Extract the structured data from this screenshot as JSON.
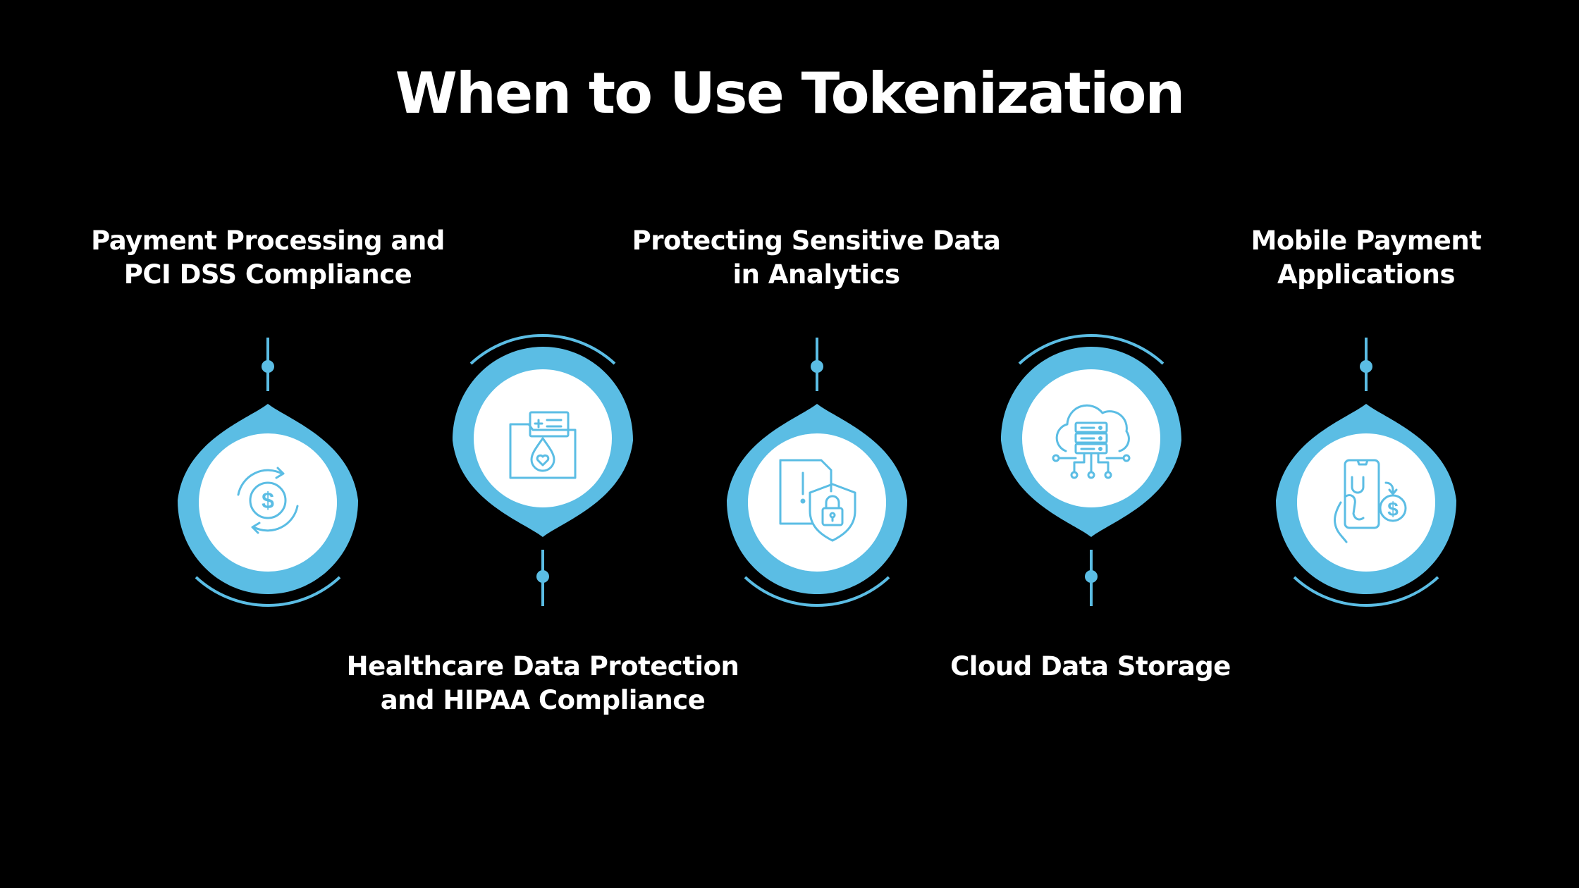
{
  "title": "When to Use Tokenization",
  "colors": {
    "background": "#000000",
    "accent": "#5bbde4",
    "icon_stroke": "#5bbde4",
    "inner": "#ffffff",
    "text": "#ffffff"
  },
  "steps": [
    {
      "label_lines": [
        "Payment Processing and",
        "PCI DSS Compliance"
      ],
      "label_position": "top",
      "icon": "dollar-cycle-icon"
    },
    {
      "label_lines": [
        "Healthcare Data Protection",
        "and HIPAA Compliance"
      ],
      "label_position": "bottom",
      "icon": "medical-folder-icon"
    },
    {
      "label_lines": [
        "Protecting Sensitive Data",
        "in Analytics"
      ],
      "label_position": "top",
      "icon": "document-shield-lock-icon"
    },
    {
      "label_lines": [
        "Cloud Data Storage"
      ],
      "label_position": "bottom",
      "icon": "cloud-server-icon"
    },
    {
      "label_lines": [
        "Mobile Payment",
        "Applications"
      ],
      "label_position": "top",
      "icon": "mobile-payment-icon"
    }
  ]
}
